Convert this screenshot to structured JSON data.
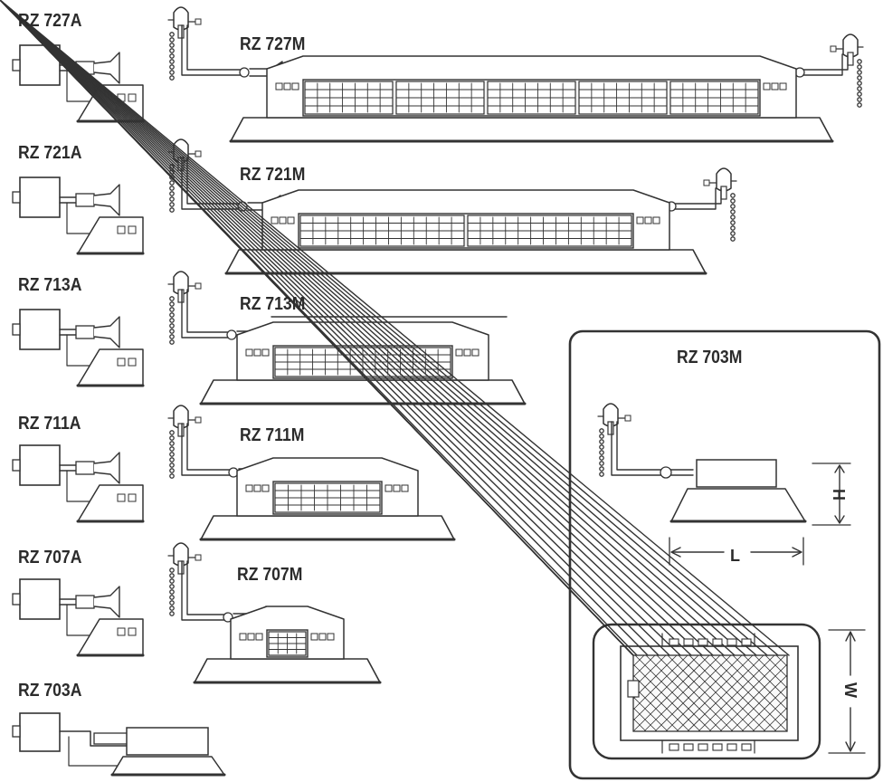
{
  "labels": {
    "a727": "RZ 727A",
    "m727": "RZ 727M",
    "a721": "RZ 721A",
    "m721": "RZ 721M",
    "a713": "RZ 713A",
    "m713": "RZ 713M",
    "a711": "RZ 711A",
    "m711": "RZ 711M",
    "a707": "RZ 707A",
    "m707": "RZ 707M",
    "a703": "RZ 703A",
    "m703": "RZ 703M"
  },
  "dimensions": {
    "height": "H",
    "length": "L",
    "width": "W"
  }
}
